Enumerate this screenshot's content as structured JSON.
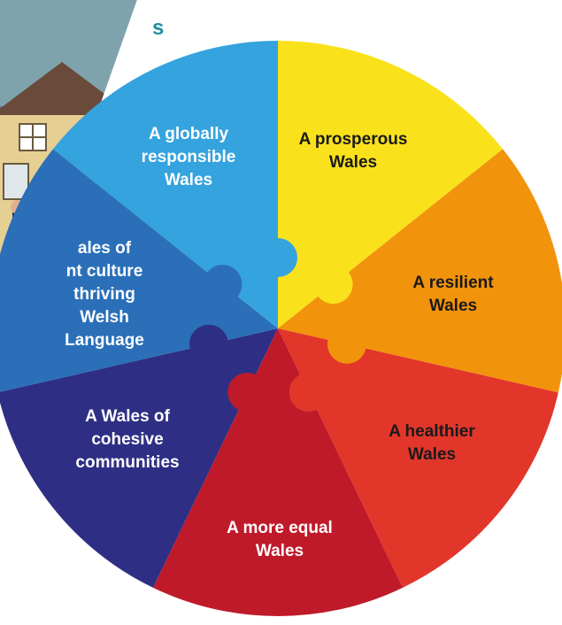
{
  "header": {
    "partial_title": "s"
  },
  "wheel": {
    "goals": [
      {
        "id": "prosperous",
        "label": "A prosperous\nWales",
        "color": "#f9e21c"
      },
      {
        "id": "resilient",
        "label": "A resilient\nWales",
        "color": "#f2930c"
      },
      {
        "id": "healthier",
        "label": "A healthier\nWales",
        "color": "#e2362a"
      },
      {
        "id": "more-equal",
        "label": "A more equal\nWales",
        "color": "#bf1a2a"
      },
      {
        "id": "cohesive",
        "label": "A Wales of\ncohesive\ncommunities",
        "color": "#2e2f84"
      },
      {
        "id": "culture",
        "label": "ales of\nnt culture\nthriving\nWelsh\nLanguage",
        "color": "#2a6fb8"
      },
      {
        "id": "globally",
        "label": "A globally\nresponsible\nWales",
        "color": "#35a3de"
      }
    ]
  },
  "background_photo": {
    "description_icon": "house-photo"
  }
}
